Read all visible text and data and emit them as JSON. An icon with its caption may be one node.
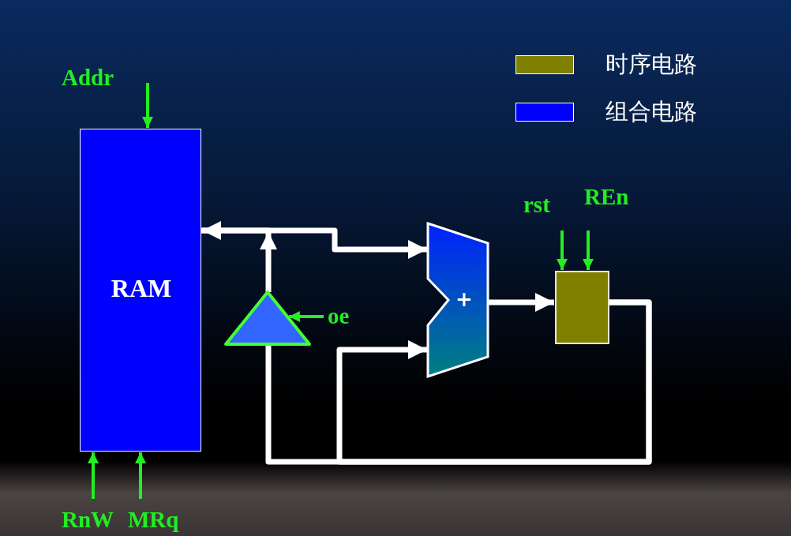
{
  "diagram": {
    "nodes": [
      {
        "text": [
          "RAM"
        ]
      },
      {
        "text": [],
        "shape": "triangle"
      },
      {
        "text": [
          "+"
        ]
      },
      {
        "text": [],
        "shape": "box"
      },
      {
        "text": [
          "Addr"
        ]
      },
      {
        "text": [
          "rst"
        ]
      },
      {
        "text": [
          "REn"
        ]
      },
      {
        "text": [
          "oe"
        ]
      },
      {
        "text": [
          "RnW"
        ]
      },
      {
        "text": [
          "MRq"
        ]
      }
    ],
    "edges": [
      {
        "from": 1,
        "to": 0,
        "arrow": "to",
        "color": "#ffffff"
      },
      {
        "from": 0,
        "to": 2,
        "arrow": "to",
        "color": "#ffffff"
      },
      {
        "from": 2,
        "to": 3,
        "arrow": "to",
        "color": "#ffffff"
      },
      {
        "from": 3,
        "to": 2,
        "arrow": "to",
        "color": "#ffffff"
      },
      {
        "from": 3,
        "to": 1,
        "arrow": "none",
        "color": "#ffffff"
      },
      {
        "from": 4,
        "to": 0,
        "arrow": "to"
      },
      {
        "from": 5,
        "to": 3,
        "arrow": "to"
      },
      {
        "from": 6,
        "to": 3,
        "arrow": "to"
      },
      {
        "from": 7,
        "to": 1,
        "arrow": "to"
      },
      {
        "from": 8,
        "to": 0,
        "arrow": "to"
      },
      {
        "from": 9,
        "to": 0,
        "arrow": "to"
      }
    ],
    "legend": [
      {
        "text": "时序电路",
        "color": "#808000"
      },
      {
        "text": "组合电路",
        "color": "#0000ff"
      }
    ]
  }
}
